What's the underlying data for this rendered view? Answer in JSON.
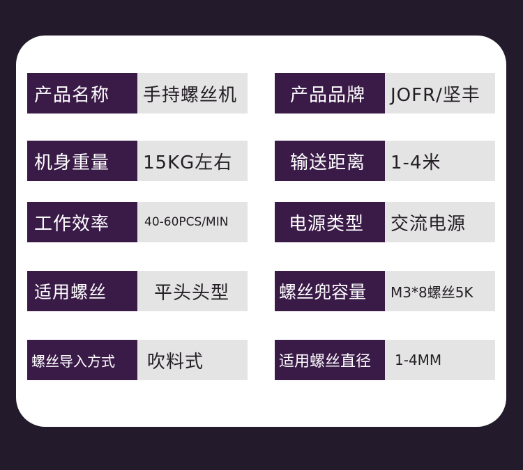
{
  "specs": {
    "left": [
      {
        "label": "产品名称",
        "value": "手持螺丝机"
      },
      {
        "label": "机身重量",
        "value": "15KG左右"
      },
      {
        "label": "工作效率",
        "value": "40-60PCS/MIN"
      },
      {
        "label": "适用螺丝",
        "value": "平头头型"
      },
      {
        "label": "螺丝导入方式",
        "value": "吹料式"
      }
    ],
    "right": [
      {
        "label": "产品品牌",
        "value": "JOFR/坚丰"
      },
      {
        "label": "输送距离",
        "value": "1-4米"
      },
      {
        "label": "电源类型",
        "value": "交流电源"
      },
      {
        "label": "螺丝兜容量",
        "value": "M3*8螺丝5K"
      },
      {
        "label": "适用螺丝直径",
        "value": "1-4MM"
      }
    ]
  },
  "colors": {
    "background": "#231a2b",
    "card": "#ffffff",
    "label_bg": "#3a1b48",
    "value_bg": "#e4e4e4"
  }
}
